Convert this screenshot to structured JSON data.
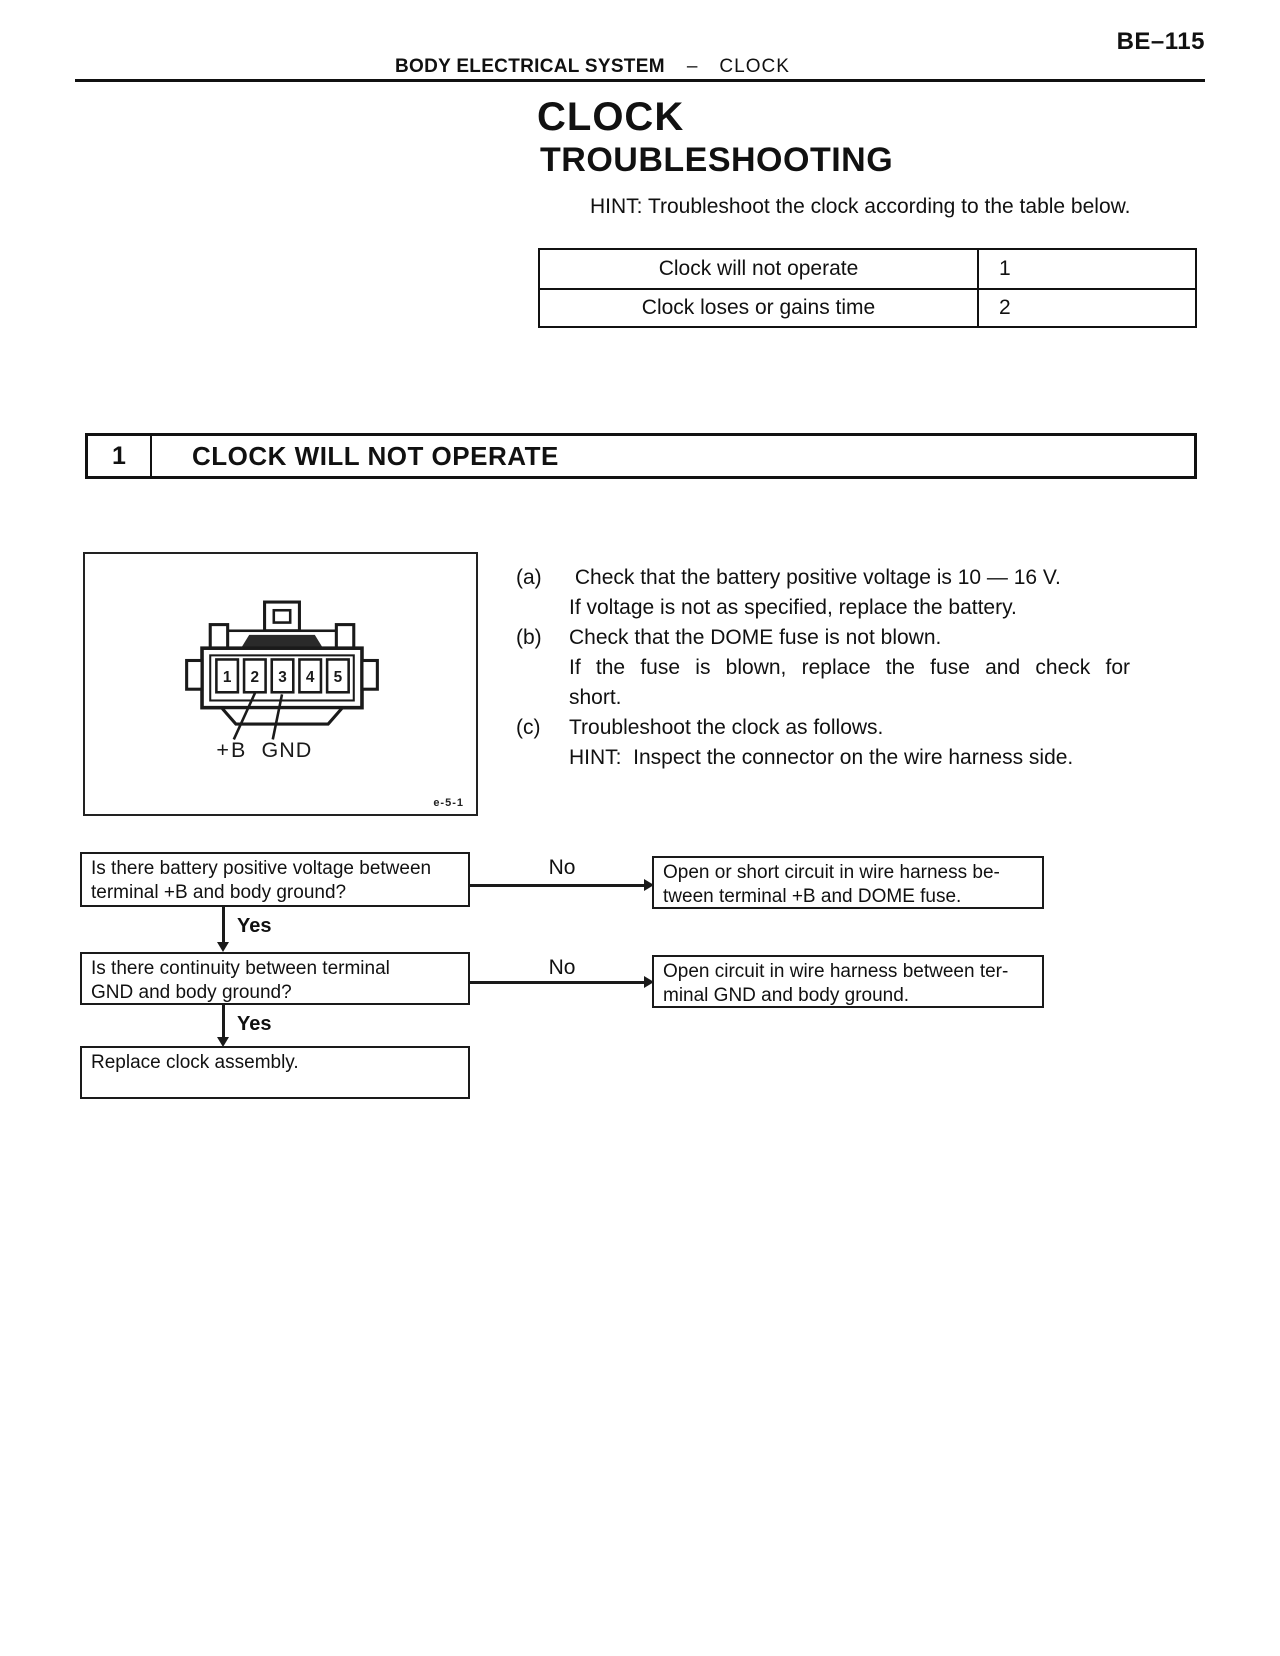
{
  "colors": {
    "ink": "#111111",
    "paper": "#ffffff"
  },
  "page": {
    "page_number": "BE–115",
    "header_section": "BODY ELECTRICAL SYSTEM",
    "header_separator": "–",
    "header_topic": "CLOCK",
    "title": "CLOCK",
    "subtitle": "TROUBLESHOOTING",
    "hint": "HINT: Troubleshoot the clock according to the table below."
  },
  "symptom_table": {
    "rows": [
      {
        "symptom": "Clock will not operate",
        "code": "1"
      },
      {
        "symptom": "Clock loses or gains time",
        "code": "2"
      }
    ]
  },
  "section": {
    "number": "1",
    "title": "CLOCK WILL NOT OPERATE"
  },
  "diagram": {
    "pins": [
      "1",
      "2",
      "3",
      "4",
      "5"
    ],
    "label_b": "+B",
    "label_gnd": "GND",
    "figure_code": "e-5-1"
  },
  "steps": {
    "lines": [
      {
        "marker": "(a)",
        "text": " Check that the battery positive voltage is 10 — 16 V."
      },
      {
        "marker": "",
        "text": "If voltage is not as specified, replace the battery."
      },
      {
        "marker": "(b)",
        "text": "Check that the DOME fuse is not blown."
      },
      {
        "marker": "",
        "text": "If the fuse is blown, replace the fuse and check for"
      },
      {
        "marker": "",
        "text": "short."
      },
      {
        "marker": "(c)",
        "text": "Troubleshoot the clock as follows."
      },
      {
        "marker": "",
        "text": "HINT:  Inspect the connector on the wire harness side."
      }
    ]
  },
  "flowchart": {
    "no_label": "No",
    "yes_label": "Yes",
    "q1_line1": "Is there battery positive voltage between",
    "q1_line2": "terminal +B and body ground?",
    "r1_line1": "Open or short circuit in wire harness be-",
    "r1_line2": "tween terminal +B and DOME fuse.",
    "q2_line1": "Is there continuity between terminal",
    "q2_line2": "GND and body ground?",
    "r2_line1": "Open circuit in wire harness between ter-",
    "r2_line2": "minal GND and body ground.",
    "final_action": "Replace clock assembly."
  }
}
